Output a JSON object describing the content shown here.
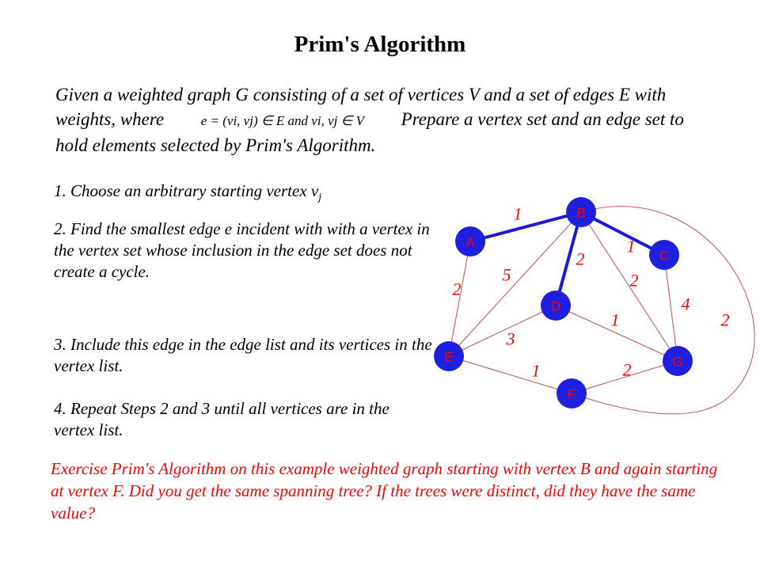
{
  "title": "Prim's Algorithm",
  "intro": {
    "part1": "Given a weighted graph G consisting of a set of vertices V and a set of edges E with weights, where",
    "formula": "e = (vi, vj) ∈ E and vi, vj ∈ V",
    "part2": "Prepare a vertex set and an edge set to hold elements selected by Prim's Algorithm."
  },
  "steps": [
    {
      "text": "1. Choose an arbitrary starting vertex v",
      "sub": "j"
    },
    {
      "text": "2. Find the smallest edge e  incident with with a vertex in the vertex set whose inclusion in the edge set does not create a cycle."
    },
    {
      "text": "3. Include this edge in the edge list and its vertices in the vertex list."
    },
    {
      "text": "4. Repeat Steps 2 and 3 until all vertices are in the vertex list."
    }
  ],
  "exercise": "Exercise Prim's Algorithm on this example weighted graph starting with vertex B and again starting at vertex F.  Did you get the same spanning tree?  If the trees were distinct, did they have the same value?",
  "colors": {
    "node_fill": "#1f1fe0",
    "node_label": "#ff0000",
    "edge": "#c05050",
    "tree_edge": "#1a1ad8",
    "weight_label": "#ff0000",
    "exercise_text": "#ff0000"
  },
  "graph": {
    "nodes": [
      {
        "id": "A",
        "label": "A"
      },
      {
        "id": "B",
        "label": "B"
      },
      {
        "id": "C",
        "label": "C"
      },
      {
        "id": "D",
        "label": "D"
      },
      {
        "id": "E",
        "label": "E"
      },
      {
        "id": "F",
        "label": "F"
      },
      {
        "id": "G",
        "label": "G"
      }
    ],
    "edges": [
      {
        "from": "A",
        "to": "B",
        "weight": "1",
        "selected": true
      },
      {
        "from": "B",
        "to": "C",
        "weight": "1",
        "selected": true
      },
      {
        "from": "B",
        "to": "D",
        "weight": "2",
        "selected": true
      },
      {
        "from": "B",
        "to": "E",
        "weight": "5",
        "selected": false
      },
      {
        "from": "B",
        "to": "G",
        "weight": "2",
        "selected": false
      },
      {
        "from": "C",
        "to": "G",
        "weight": "4",
        "selected": false
      },
      {
        "from": "A",
        "to": "E",
        "weight": "2",
        "selected": false
      },
      {
        "from": "D",
        "to": "E",
        "weight": "3",
        "selected": false
      },
      {
        "from": "D",
        "to": "G",
        "weight": "1",
        "selected": false
      },
      {
        "from": "E",
        "to": "F",
        "weight": "1",
        "selected": false
      },
      {
        "from": "F",
        "to": "G",
        "weight": "2",
        "selected": false
      },
      {
        "from": "B",
        "to": "F",
        "weight": "2",
        "selected": false
      }
    ]
  }
}
